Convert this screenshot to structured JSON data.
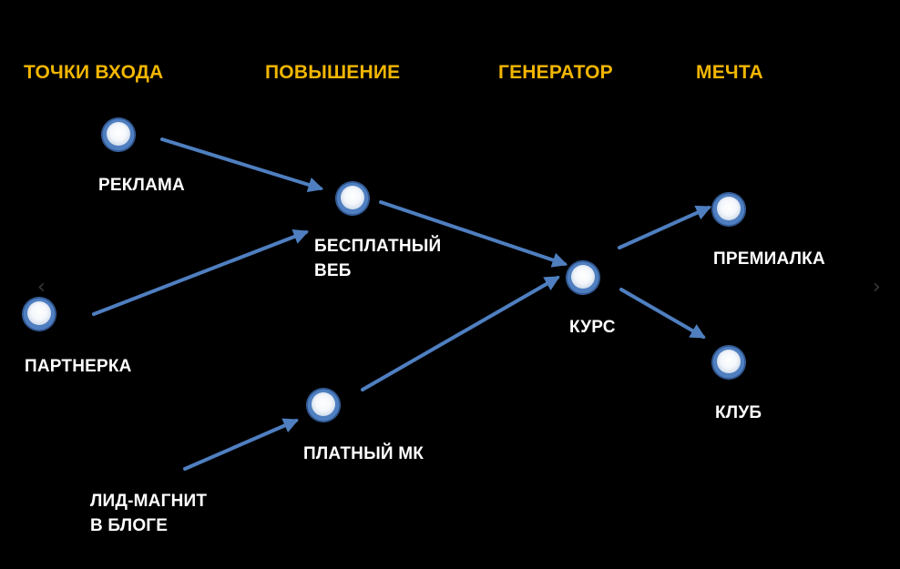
{
  "colors": {
    "background": "#000000",
    "heading": "#f2b600",
    "label": "#ffffff",
    "arrow": "#4f7fc0",
    "node_ring": "#4f7fc0",
    "node_core": "#ffffff"
  },
  "columns": [
    {
      "label": "ТОЧКИ ВХОДА"
    },
    {
      "label": "ПОВЫШЕНИЕ"
    },
    {
      "label": "ГЕНЕРАТОР"
    },
    {
      "label": "МЕЧТА"
    }
  ],
  "nodes": [
    {
      "id": "reklama",
      "lines": [
        "РЕКЛАМА"
      ]
    },
    {
      "id": "partnerka",
      "lines": [
        "ПАРТНЕРКА"
      ]
    },
    {
      "id": "lid",
      "lines": [
        "ЛИД-МАГНИТ",
        "В БЛОГЕ"
      ]
    },
    {
      "id": "web",
      "lines": [
        "БЕСПЛАТНЫЙ",
        "ВЕБ"
      ]
    },
    {
      "id": "mk",
      "lines": [
        "ПЛАТНЫЙ МК"
      ]
    },
    {
      "id": "kurs",
      "lines": [
        "КУРС"
      ]
    },
    {
      "id": "premium",
      "lines": [
        "ПРЕМИАЛКА"
      ]
    },
    {
      "id": "club",
      "lines": [
        "КЛУБ"
      ]
    }
  ],
  "edges": [
    {
      "from": "reklama",
      "to": "web"
    },
    {
      "from": "partnerka",
      "to": "web"
    },
    {
      "from": "lid",
      "to": "mk"
    },
    {
      "from": "web",
      "to": "kurs"
    },
    {
      "from": "mk",
      "to": "kurs"
    },
    {
      "from": "kurs",
      "to": "premium"
    },
    {
      "from": "kurs",
      "to": "club"
    }
  ],
  "nav": {
    "prev_icon": "chevron-left-icon",
    "next_icon": "chevron-right-icon"
  }
}
